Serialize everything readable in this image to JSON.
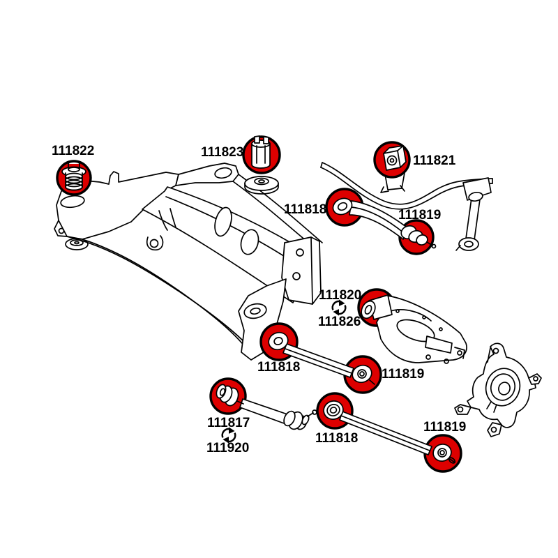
{
  "colors": {
    "accent_red": "#dd0000",
    "line_black": "#000000",
    "background_white": "#ffffff",
    "label_black": "#000000"
  },
  "diagram": {
    "labels": [
      {
        "text": "111822"
      },
      {
        "text": "111823"
      },
      {
        "text": "111821"
      },
      {
        "text": "111818"
      },
      {
        "text": "111819"
      },
      {
        "text": "111820"
      },
      {
        "text": "111826"
      },
      {
        "text": "111818"
      },
      {
        "text": "111819"
      },
      {
        "text": "111817"
      },
      {
        "text": "111920"
      },
      {
        "text": "111818"
      },
      {
        "text": "111819"
      }
    ],
    "icons": {
      "interchange": "swap-arrows-icon"
    }
  }
}
